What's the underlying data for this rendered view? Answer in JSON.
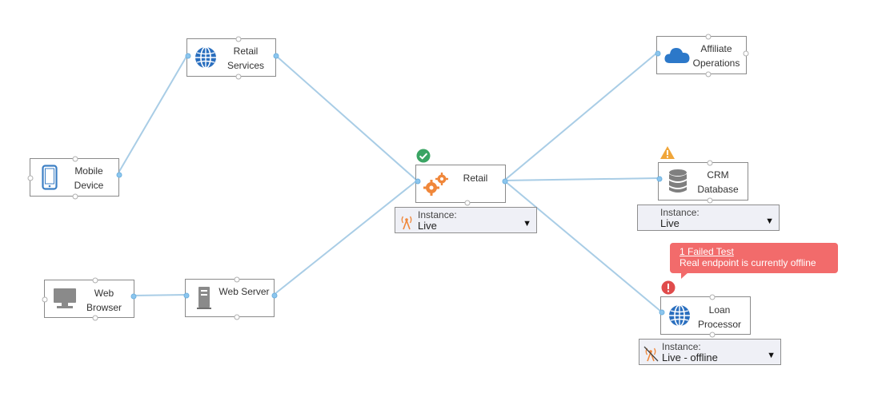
{
  "colors": {
    "edge": "#a9cde6",
    "port_active": "#8cc6ee",
    "instance_bg": "#eff0f6",
    "success": "#3aa463",
    "warning": "#f0a63a",
    "error": "#e04c4c",
    "tooltip": "#f26b6b",
    "globe": "#2a6fbf",
    "cloud": "#2c78c9",
    "gear": "#f0873a"
  },
  "nodes": {
    "mobile": {
      "line1": "Mobile",
      "line2": "Device",
      "icon": "mobile-phone-icon"
    },
    "retail_services": {
      "line1": "Retail",
      "line2": "Services",
      "icon": "globe-icon"
    },
    "web_browser": {
      "line1": "Web Browser",
      "icon": "desktop-monitor-icon"
    },
    "web_server": {
      "line1": "Web Server",
      "icon": "server-icon"
    },
    "retail": {
      "line1": "Retail",
      "icon": "gears-icon",
      "status": "success-check-icon"
    },
    "affiliate": {
      "line1": "Affiliate",
      "line2": "Operations",
      "icon": "cloud-icon"
    },
    "crm": {
      "line1": "CRM",
      "line2": "Database",
      "icon": "database-icon",
      "status": "warning-icon"
    },
    "loan": {
      "line1": "Loan",
      "line2": "Processor",
      "icon": "globe-icon",
      "status": "error-icon"
    }
  },
  "instances": {
    "retail": {
      "label": "Instance:",
      "value": "Live",
      "icon": "antenna-icon"
    },
    "crm": {
      "label": "Instance:",
      "value": "Live"
    },
    "loan": {
      "label": "Instance:",
      "value": "Live - offline",
      "icon": "antenna-offline-icon"
    }
  },
  "tooltip": {
    "link": "1 Failed Test",
    "message": "Real endpoint is currently offline"
  }
}
